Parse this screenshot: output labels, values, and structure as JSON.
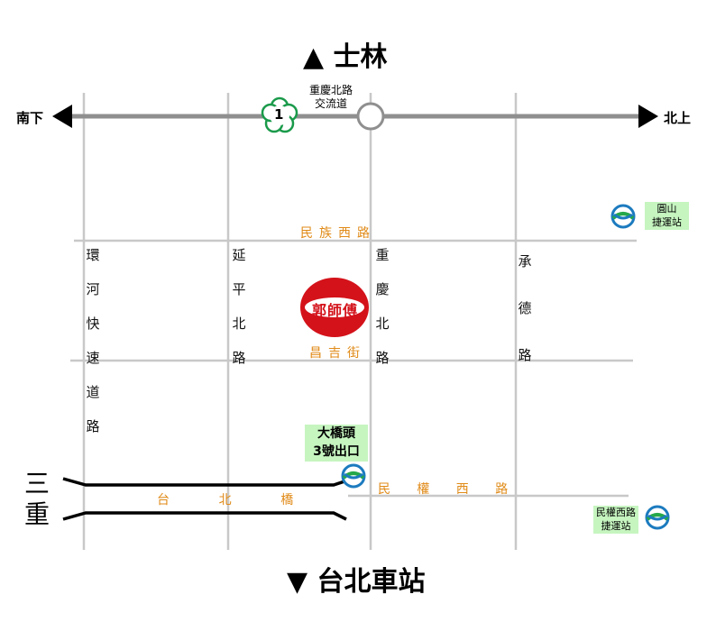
{
  "top_direction": "▲ 士林",
  "bottom_direction": "▼ 台北車站",
  "west_label": "南下",
  "east_label": "北上",
  "interchange_label_line1": "重慶北路",
  "interchange_label_line2": "交流道",
  "highway_shield_number": "1",
  "roads": {
    "minzu": "民族西路",
    "changji": "昌吉街",
    "minquan": "民權西路",
    "taipei_bridge": "台北橋",
    "huanhe": [
      "環",
      "河",
      "快",
      "速",
      "道",
      "路"
    ],
    "yanping": [
      "延",
      "平",
      "北",
      "路"
    ],
    "chongqing": [
      "重",
      "慶",
      "北",
      "路"
    ],
    "chengde": [
      "承",
      "德",
      "路"
    ]
  },
  "sanchong": [
    "三",
    "重"
  ],
  "exit_label_line1": "大橋頭",
  "exit_label_line2": "3號出口",
  "mrt_yuanshan_line1": "圓山",
  "mrt_yuanshan_line2": "捷運站",
  "mrt_minquan_line1": "民權西路",
  "mrt_minquan_line2": "捷運站",
  "logo_text": "郭師傅",
  "colors": {
    "road_gray": "#c8c8c8",
    "highway_gray": "#8f8f8f",
    "road_label_orange": "#e08a17",
    "mrt_label_green": "#c6f5c0",
    "logo_red": "#d4121a"
  }
}
